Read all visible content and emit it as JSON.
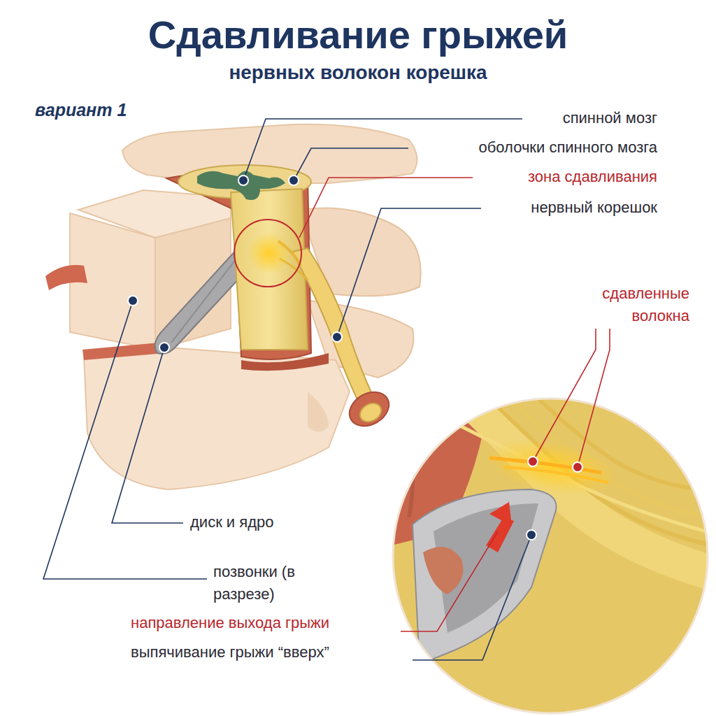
{
  "diagram": {
    "title": "Сдавливание грыжей",
    "labels": [
      "нервных волокон корешка",
      "вариант 1",
      "спинной мозг",
      "оболочки спинного мозга",
      "зона сдавливания",
      "нервный корешок",
      "сдавленные волокна",
      "диск и ядро",
      "позвонки (в разрезе)",
      "направление выхода грыжи",
      "выпячивание грыжи “вверх”"
    ]
  }
}
